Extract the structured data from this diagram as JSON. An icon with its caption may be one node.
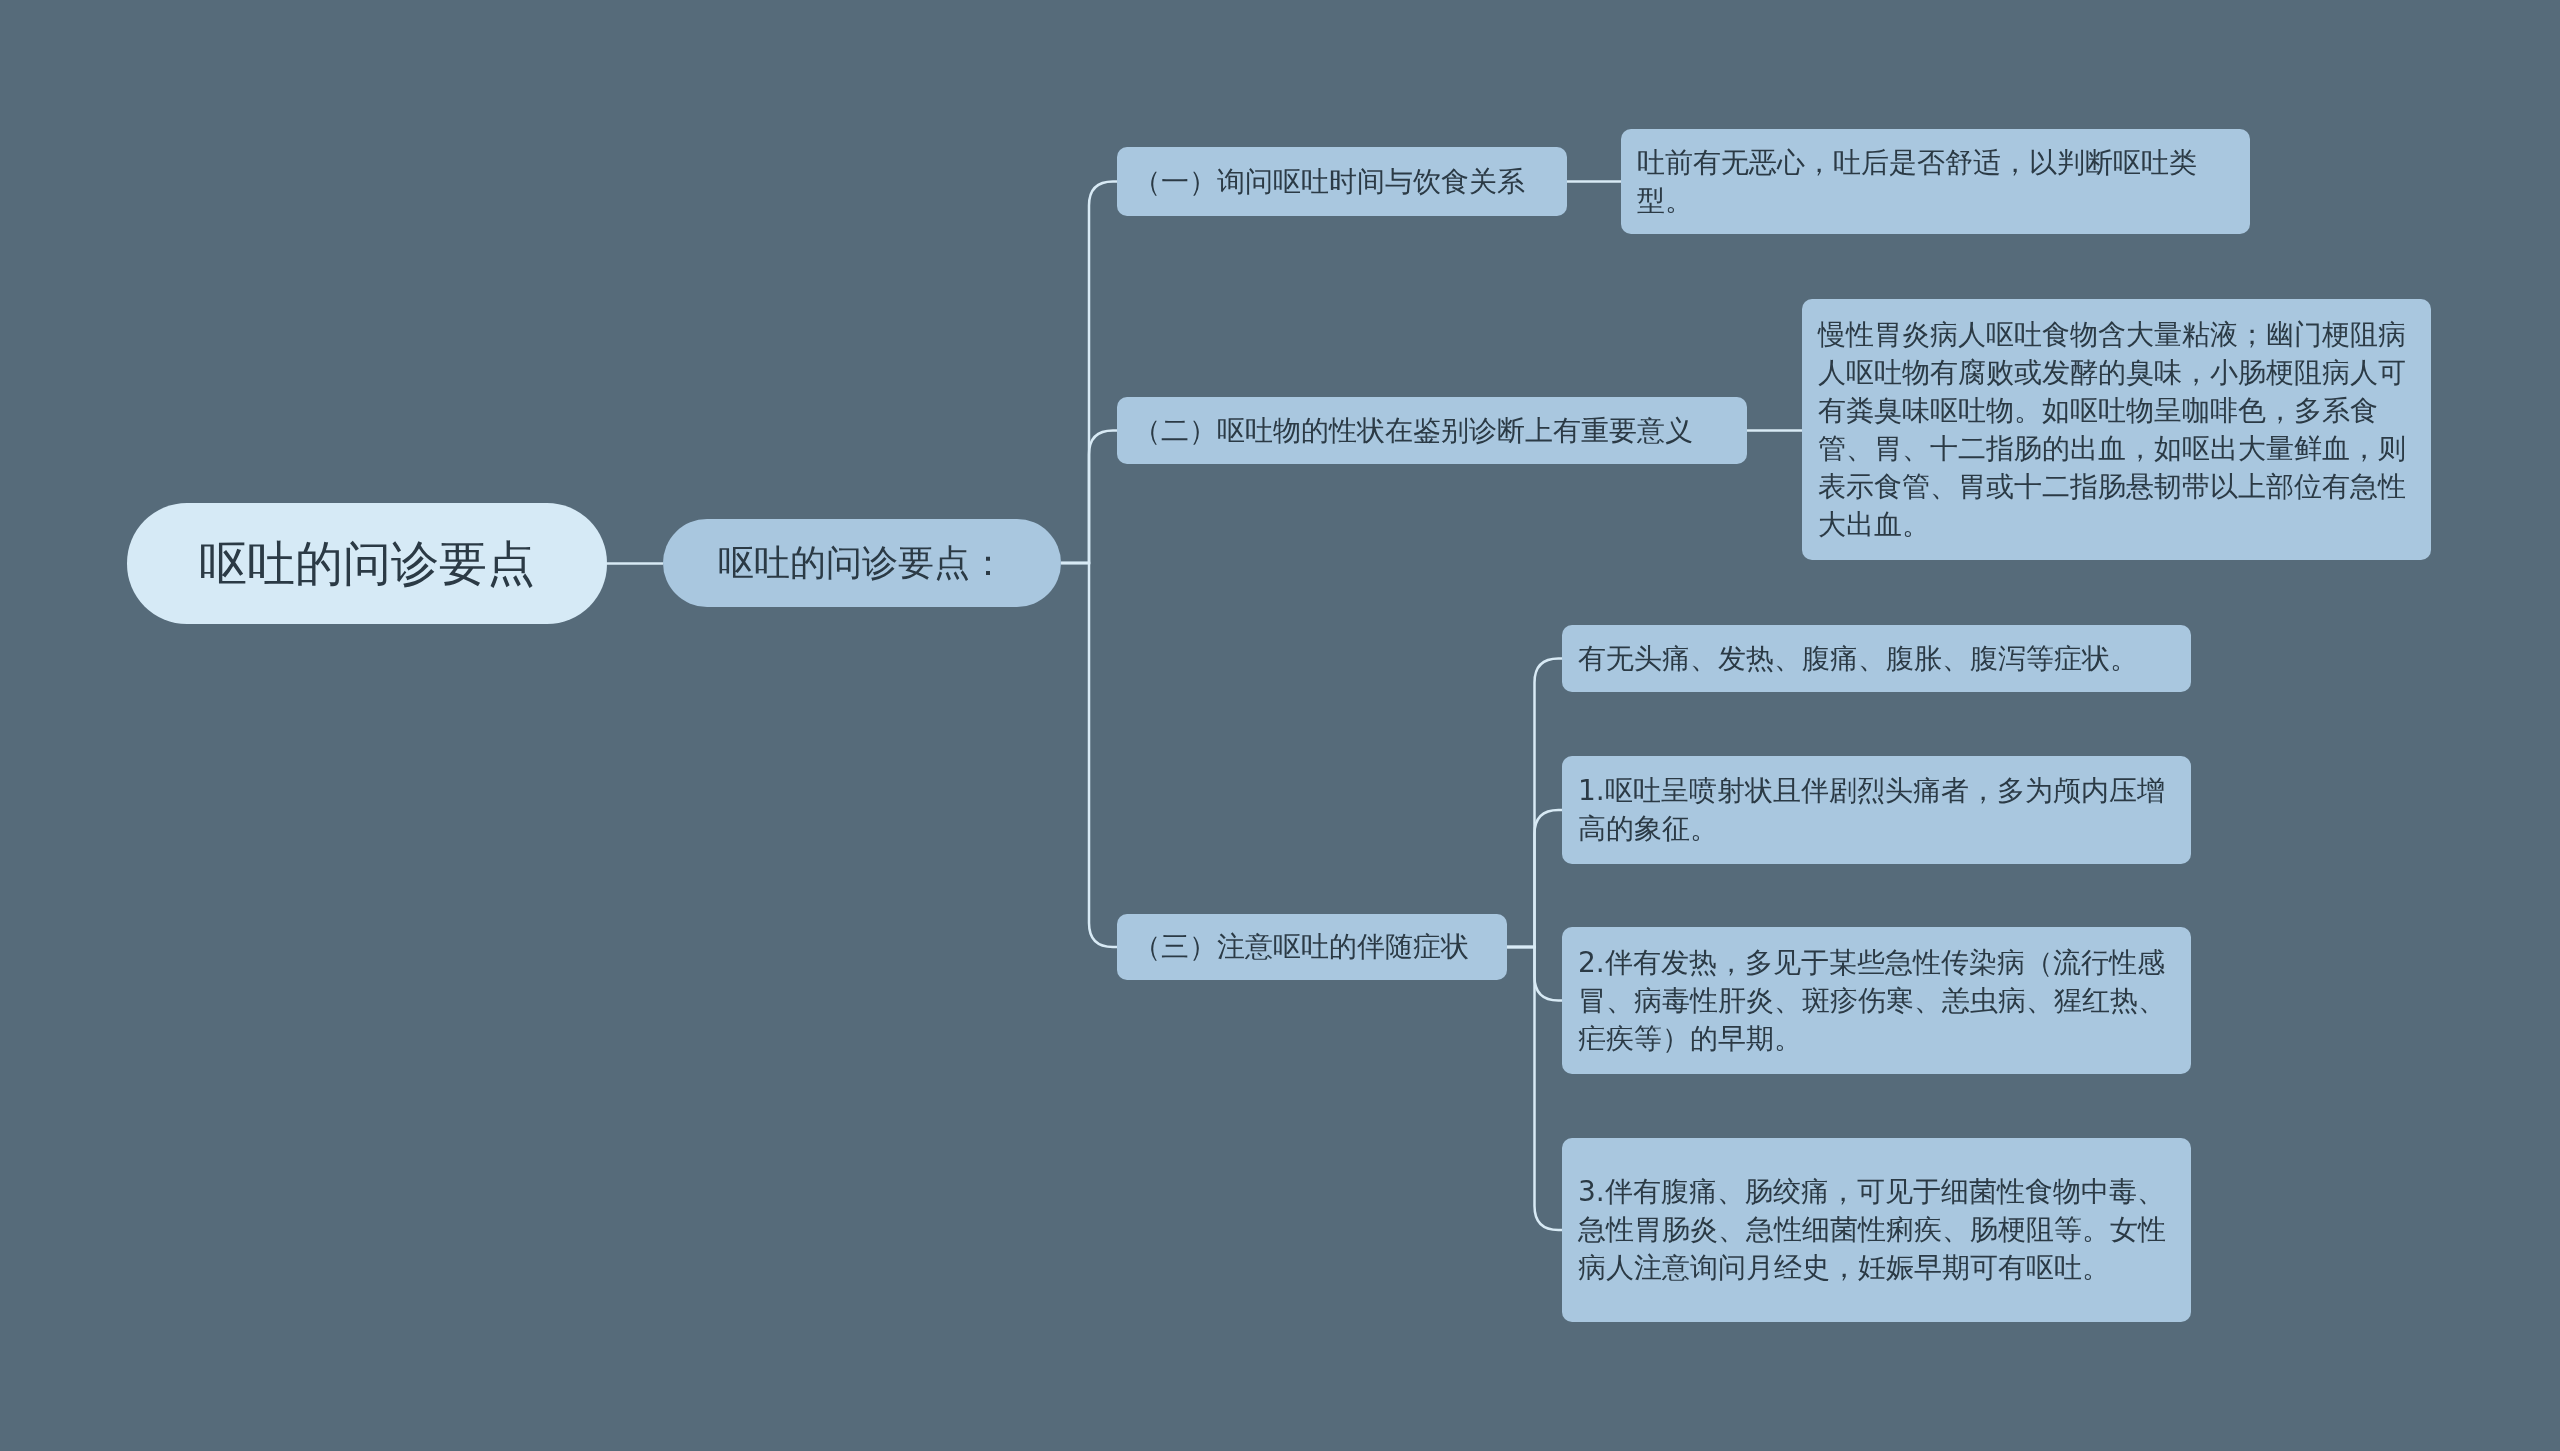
{
  "diagram": {
    "nodes": [
      {
        "text": [
          "呕吐的问诊要点"
        ]
      },
      {
        "text": [
          "呕吐的问诊要点："
        ]
      },
      {
        "text": [
          "（一）询问呕吐时间与饮食关系"
        ]
      },
      {
        "text": [
          "吐前有无恶心，吐后是否舒适，以判断呕吐类型。"
        ]
      },
      {
        "text": [
          "（二）呕吐物的性状在鉴别诊断上有重要意义"
        ]
      },
      {
        "text": [
          "慢性胃炎病人呕吐食物含大量粘液；幽门梗阻病人呕吐物有腐败或发酵的臭味，小肠梗阻病人可有粪臭味呕吐物。如呕吐物呈咖啡色，多系食管、胃、十二指肠的出血，如呕出大量鲜血，则表示食管、胃或十二指肠悬韧带以上部位有急性大出血。"
        ]
      },
      {
        "text": [
          "（三）注意呕吐的伴随症状"
        ]
      },
      {
        "text": [
          "有无头痛、发热、腹痛、腹胀、腹泻等症状。"
        ]
      },
      {
        "text": [
          "1.呕吐呈喷射状且伴剧烈头痛者，多为颅内压增高的象征。"
        ]
      },
      {
        "text": [
          "2.伴有发热，多见于某些急性传染病（流行性感冒、病毒性肝炎、斑疹伤寒、恙虫病、猩红热、疟疾等）的早期。"
        ]
      },
      {
        "text": [
          "3.伴有腹痛、肠绞痛，可见于细菌性食物中毒、急性胃肠炎、急性细菌性痢疾、肠梗阻等。女性病人注意询问月经史，妊娠早期可有呕吐。"
        ]
      }
    ],
    "edges": [
      {
        "from": 0,
        "to": 1,
        "arrow": "none"
      },
      {
        "from": 1,
        "to": 2,
        "arrow": "none"
      },
      {
        "from": 1,
        "to": 4,
        "arrow": "none"
      },
      {
        "from": 1,
        "to": 6,
        "arrow": "none"
      },
      {
        "from": 2,
        "to": 3,
        "arrow": "none"
      },
      {
        "from": 4,
        "to": 5,
        "arrow": "none"
      },
      {
        "from": 6,
        "to": 7,
        "arrow": "none"
      },
      {
        "from": 6,
        "to": 8,
        "arrow": "none"
      },
      {
        "from": 6,
        "to": 9,
        "arrow": "none"
      },
      {
        "from": 6,
        "to": 10,
        "arrow": "none"
      }
    ]
  }
}
